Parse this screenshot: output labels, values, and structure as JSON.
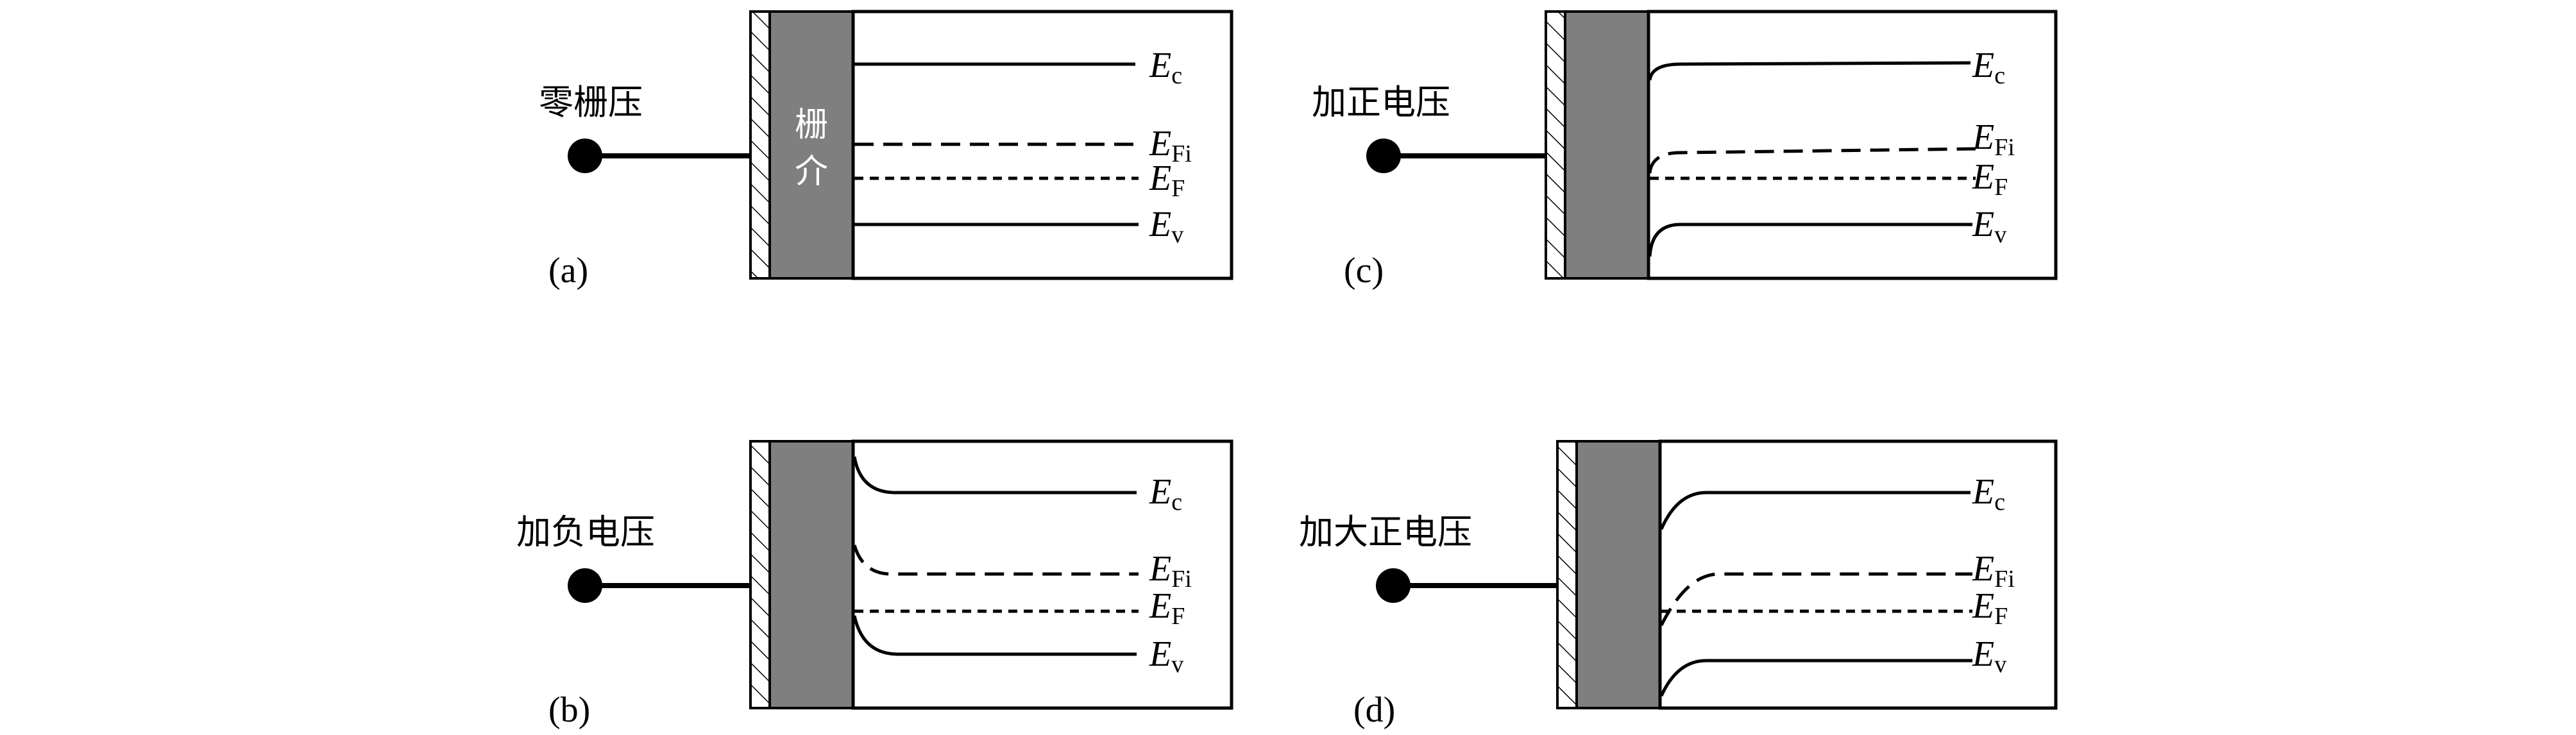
{
  "panels": [
    {
      "id": "a",
      "caption": "(a)",
      "voltage_label": "零栅压",
      "gate_text": [
        "栅",
        "介"
      ],
      "bands": {
        "Ec": "E",
        "Ec_sub": "c",
        "EFi": "E",
        "EFi_sub": "Fi",
        "EF": "E",
        "EF_sub": "F",
        "Ev": "E",
        "Ev_sub": "v"
      }
    },
    {
      "id": "b",
      "caption": "(b)",
      "voltage_label": "加负电压",
      "bands": {
        "Ec": "E",
        "Ec_sub": "c",
        "EFi": "E",
        "EFi_sub": "Fi",
        "EF": "E",
        "EF_sub": "F",
        "Ev": "E",
        "Ev_sub": "v"
      }
    },
    {
      "id": "c",
      "caption": "(c)",
      "voltage_label": "加正电压",
      "bands": {
        "Ec": "E",
        "Ec_sub": "c",
        "EFi": "E",
        "EFi_sub": "Fi",
        "EF": "E",
        "EF_sub": "F",
        "Ev": "E",
        "Ev_sub": "v"
      }
    },
    {
      "id": "d",
      "caption": "(d)",
      "voltage_label": "加大正电压",
      "bands": {
        "Ec": "E",
        "Ec_sub": "c",
        "EFi": "E",
        "EFi_sub": "Fi",
        "EF": "E",
        "EF_sub": "F",
        "Ev": "E",
        "Ev_sub": "v"
      }
    }
  ],
  "colors": {
    "oxide": "#7f7f7f",
    "line": "#000000",
    "background": "#ffffff"
  }
}
